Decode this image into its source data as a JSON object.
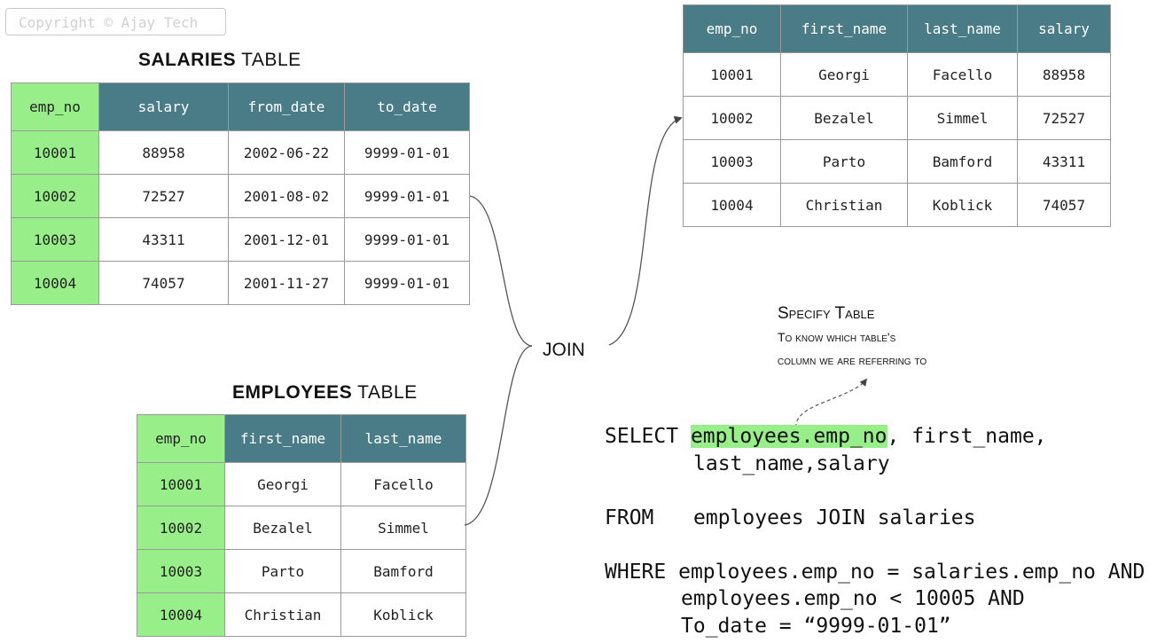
{
  "copyright": "Copyright © Ajay Tech",
  "salaries_table": {
    "title_bold": "SALARIES",
    "title_rest": "TABLE",
    "headers": [
      "emp_no",
      "salary",
      "from_date",
      "to_date"
    ],
    "rows": [
      [
        "10001",
        "88958",
        "2002-06-22",
        "9999-01-01"
      ],
      [
        "10002",
        "72527",
        "2001-08-02",
        "9999-01-01"
      ],
      [
        "10003",
        "43311",
        "2001-12-01",
        "9999-01-01"
      ],
      [
        "10004",
        "74057",
        "2001-11-27",
        "9999-01-01"
      ]
    ]
  },
  "employees_table": {
    "title_bold": "EMPLOYEES",
    "title_rest": "TABLE",
    "headers": [
      "emp_no",
      "first_name",
      "last_name"
    ],
    "rows": [
      [
        "10001",
        "Georgi",
        "Facello"
      ],
      [
        "10002",
        "Bezalel",
        "Simmel"
      ],
      [
        "10003",
        "Parto",
        "Bamford"
      ],
      [
        "10004",
        "Christian",
        "Koblick"
      ]
    ]
  },
  "result_table": {
    "headers": [
      "emp_no",
      "first_name",
      "last_name",
      "salary"
    ],
    "rows": [
      [
        "10001",
        "Georgi",
        "Facello",
        "88958"
      ],
      [
        "10002",
        "Bezalel",
        "Simmel",
        "72527"
      ],
      [
        "10003",
        "Parto",
        "Bamford",
        "43311"
      ],
      [
        "10004",
        "Christian",
        "Koblick",
        "74057"
      ]
    ]
  },
  "join_label": "JOIN",
  "note": {
    "title": "Specify Table",
    "line1": "To know which table's",
    "line2": "column we are referring to"
  },
  "sql": {
    "select_kw": "SELECT ",
    "select_highlight": "employees.emp_no",
    "select_rest": ", first_name,",
    "select_line2": "last_name,salary",
    "from_kw": "FROM",
    "from_rest": "employees JOIN salaries",
    "where_kw": "WHERE ",
    "where_line1": "employees.emp_no = salaries.emp_no AND",
    "where_line2": "employees.emp_no < 10005 AND",
    "where_line3": "To_date = “9999-01-01”"
  },
  "colors": {
    "header_bg": "#4a7c88",
    "key_bg": "#98ee88"
  }
}
